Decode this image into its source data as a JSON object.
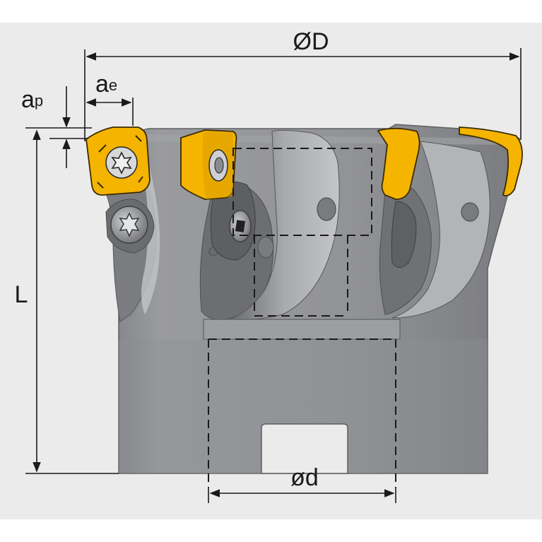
{
  "colors": {
    "background": "#ffffff",
    "panel": "#ebebeb",
    "body_fill": "#8e8f93",
    "body_dark": "#6f7074",
    "body_light": "#b7b8bc",
    "insert_yellow": "#f5b400",
    "insert_edge": "#7a5a00",
    "line": "#1a1a1a"
  },
  "labels": {
    "outer_diameter": "ØD",
    "cutting_width": "a",
    "cutting_width_sub": "e",
    "cutting_depth": "a",
    "cutting_depth_sub": "p",
    "length": "L",
    "bore_diameter": "ød"
  }
}
